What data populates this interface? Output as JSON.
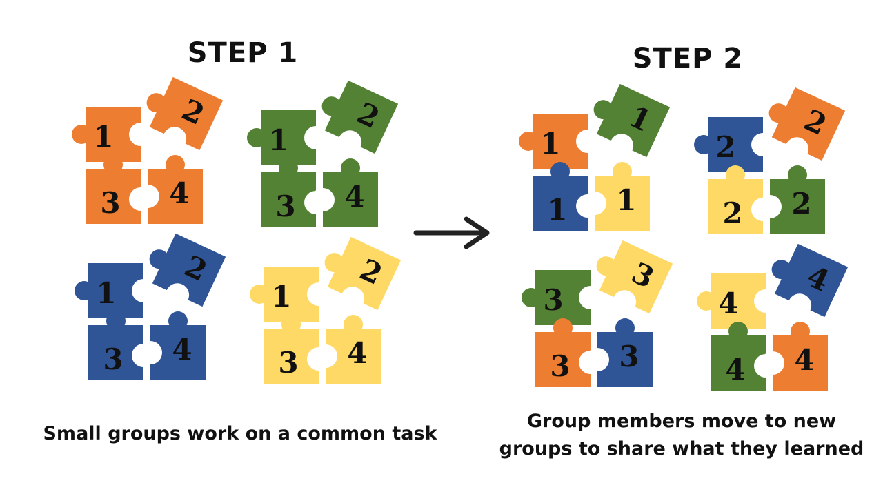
{
  "step1": {
    "title": "STEP 1",
    "caption": "Small groups work on a common task",
    "groups": [
      {
        "colors": [
          "#ED7D31",
          "#ED7D31",
          "#ED7D31",
          "#ED7D31"
        ],
        "labels": [
          "1",
          "2",
          "3",
          "4"
        ]
      },
      {
        "colors": [
          "#548235",
          "#548235",
          "#548235",
          "#548235"
        ],
        "labels": [
          "1",
          "2",
          "3",
          "4"
        ]
      },
      {
        "colors": [
          "#2F5597",
          "#2F5597",
          "#2F5597",
          "#2F5597"
        ],
        "labels": [
          "1",
          "2",
          "3",
          "4"
        ]
      },
      {
        "colors": [
          "#FFD966",
          "#FFD966",
          "#FFD966",
          "#FFD966"
        ],
        "labels": [
          "1",
          "2",
          "3",
          "4"
        ]
      }
    ]
  },
  "step2": {
    "title": "STEP 2",
    "caption_line1": "Group members move to new",
    "caption_line2": "groups to share what they learned",
    "groups": [
      {
        "colors": [
          "#ED7D31",
          "#548235",
          "#2F5597",
          "#FFD966"
        ],
        "labels": [
          "1",
          "1",
          "1",
          "1"
        ]
      },
      {
        "colors": [
          "#2F5597",
          "#ED7D31",
          "#FFD966",
          "#548235"
        ],
        "labels": [
          "2",
          "2",
          "2",
          "2"
        ]
      },
      {
        "colors": [
          "#548235",
          "#FFD966",
          "#ED7D31",
          "#2F5597"
        ],
        "labels": [
          "3",
          "3",
          "3",
          "3"
        ]
      },
      {
        "colors": [
          "#FFD966",
          "#2F5597",
          "#548235",
          "#ED7D31"
        ],
        "labels": [
          "4",
          "4",
          "4",
          "4"
        ]
      }
    ]
  },
  "arrow_color": "#222222"
}
